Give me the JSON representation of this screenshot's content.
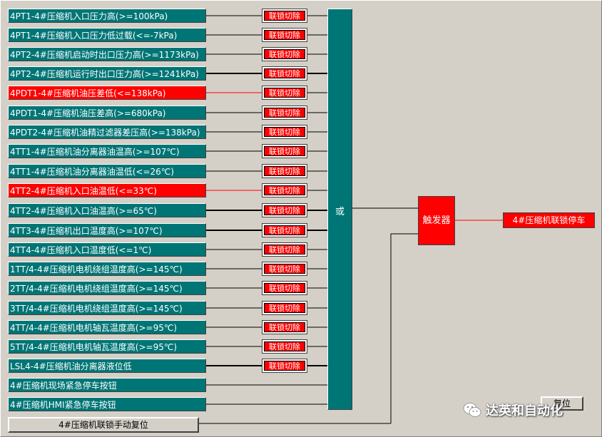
{
  "conditions": [
    {
      "label": "4PT1-4#压缩机入口压力高(>=100kPa)",
      "state": "normal"
    },
    {
      "label": "4PT1-4#压缩机入口压力低过载(<=-7kPa)",
      "state": "normal"
    },
    {
      "label": "4PT2-4#压缩机启动时出口压力高(>=1173kPa)",
      "state": "normal"
    },
    {
      "label": "4PT2-4#压缩机运行时出口压力高(>=1241kPa)",
      "state": "normal"
    },
    {
      "label": "4PDT1-4#压缩机油压差低(<=138kPa)",
      "state": "alarm"
    },
    {
      "label": "4PDT1-4#压缩机油压差高(>=680kPa)",
      "state": "normal"
    },
    {
      "label": "4PDT2-4#压缩机油精过滤器差压高(>=138kPa)",
      "state": "normal"
    },
    {
      "label": "4TT1-4#压缩机油分离器油温高(>=107℃)",
      "state": "normal"
    },
    {
      "label": "4TT1-4#压缩机油分离器油温低(<=26℃)",
      "state": "normal"
    },
    {
      "label": "4TT2-4#压缩机入口油温低(<=33℃)",
      "state": "alarm"
    },
    {
      "label": "4TT2-4#压缩机入口油温高(>=65℃)",
      "state": "normal"
    },
    {
      "label": "4TT3-4#压缩机出口温度高(>=107℃)",
      "state": "normal"
    },
    {
      "label": "4TT4-4#压缩机入口温度低(<=1℃)",
      "state": "normal"
    },
    {
      "label": "1TT/4-4#压缩机电机绕组温度高(>=145℃)",
      "state": "normal"
    },
    {
      "label": "2TT/4-4#压缩机电机绕组温度高(>=145℃)",
      "state": "normal"
    },
    {
      "label": "3TT/4-4#压缩机电机绕组温度高(>=145℃)",
      "state": "normal"
    },
    {
      "label": "4TT/4-4#压缩机电机轴瓦温度高(>=95℃)",
      "state": "normal"
    },
    {
      "label": "5TT/4-4#压缩机电机轴瓦温度高(>=95℃)",
      "state": "normal"
    },
    {
      "label": "LSL4-4#压缩机油分离器液位低",
      "state": "normal"
    },
    {
      "label": "4#压缩机现场紧急停车按钮",
      "state": "normal"
    },
    {
      "label": "4#压缩机HMI紧急停车按钮",
      "state": "normal"
    }
  ],
  "bypass_label": "联锁切除",
  "bypass_count": 19,
  "or_gate_label": "或",
  "trigger_label": "触发器",
  "output_label": "4#压缩机联锁停车",
  "reset_button_label": "4#压缩机联锁手动复位",
  "reset_small_label": "复位",
  "watermark_text": "达英和自动化",
  "colors": {
    "teal": "#007575",
    "alarm_red": "#ff0000",
    "background": "#d4d0c8"
  }
}
